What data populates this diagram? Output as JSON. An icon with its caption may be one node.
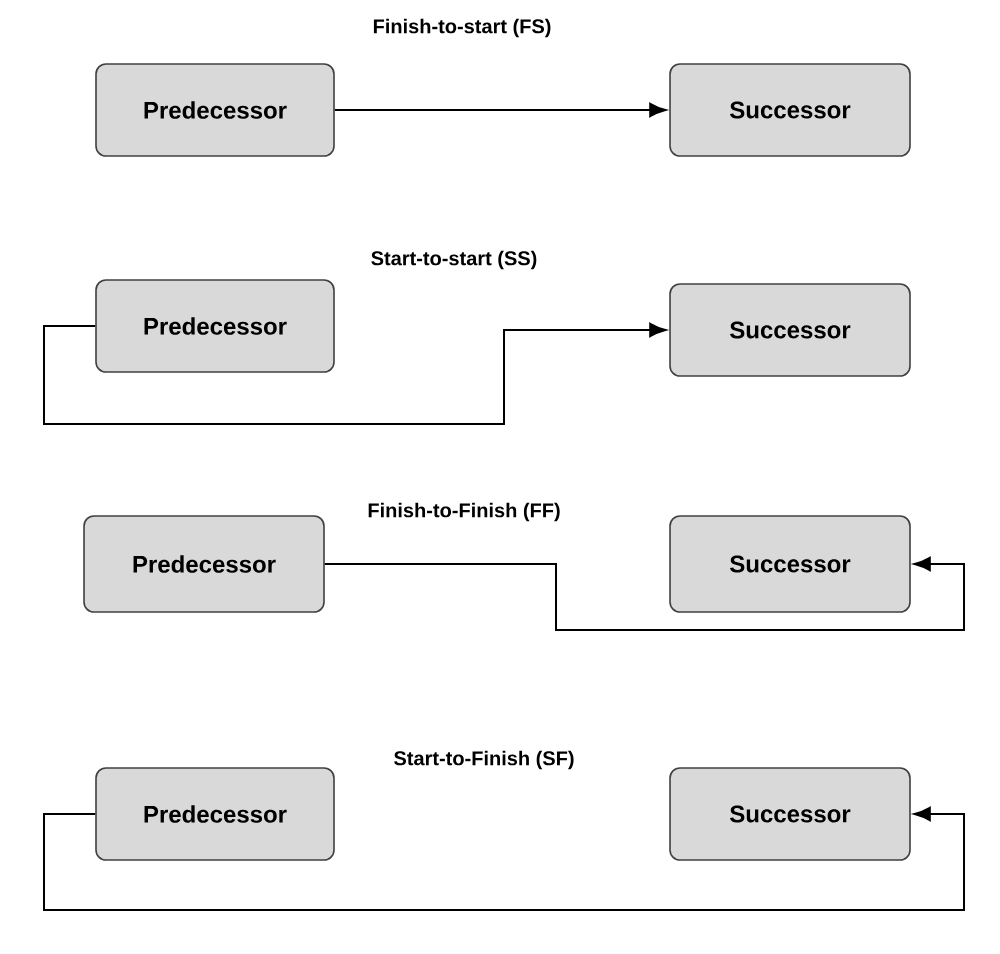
{
  "diagram": {
    "nodes": [
      {
        "text": [
          "Predecessor"
        ]
      },
      {
        "text": [
          "Successor"
        ]
      },
      {
        "text": [
          "Predecessor"
        ]
      },
      {
        "text": [
          "Successor"
        ]
      },
      {
        "text": [
          "Predecessor"
        ]
      },
      {
        "text": [
          "Successor"
        ]
      },
      {
        "text": [
          "Predecessor"
        ]
      },
      {
        "text": [
          "Successor"
        ]
      }
    ],
    "edges": [
      {
        "from": 0,
        "to": 1,
        "arrow": "to"
      },
      {
        "from": 2,
        "to": 3,
        "arrow": "to"
      },
      {
        "from": 4,
        "to": 5,
        "arrow": "to"
      },
      {
        "from": 6,
        "to": 7,
        "arrow": "to"
      }
    ],
    "labels": [
      "Finish-to-start (FS)",
      "Start-to-start (SS)",
      "Finish-to-Finish (FF)",
      "Start-to-Finish (SF)"
    ]
  }
}
